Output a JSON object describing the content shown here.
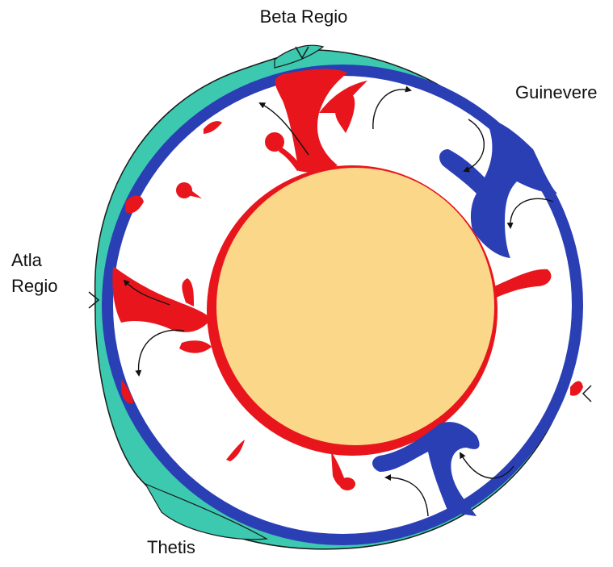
{
  "labels": {
    "beta_regio": "Beta Regio",
    "guinevere": "Guinevere",
    "atla_line1": "Atla",
    "atla_line2": "Regio",
    "thetis": "Thetis"
  },
  "colors": {
    "crust": "#3cc9b0",
    "downwelling": "#2b3fb5",
    "upwelling": "#e8161c",
    "core": "#fbd789",
    "mantle": "#ffffff",
    "outline": "#1a1a1a",
    "arrow": "#111111"
  }
}
